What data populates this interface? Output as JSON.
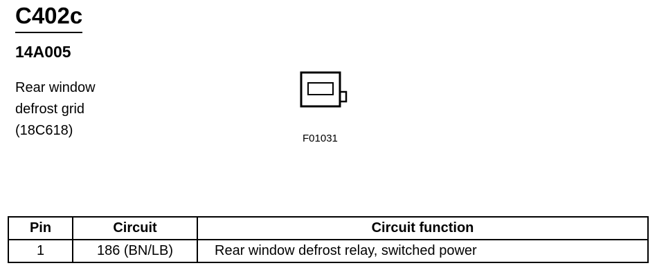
{
  "connector": {
    "id": "C402c",
    "part_number": "14A005",
    "description_lines": [
      "Rear window",
      "defrost grid",
      "(18C618)"
    ],
    "figure_code": "F01031",
    "icon": "connector-face-icon"
  },
  "table": {
    "headers": {
      "pin": "Pin",
      "circuit": "Circuit",
      "function": "Circuit function"
    },
    "rows": [
      {
        "pin": "1",
        "circuit": "186 (BN/LB)",
        "function": "Rear window defrost relay, switched power"
      }
    ]
  }
}
